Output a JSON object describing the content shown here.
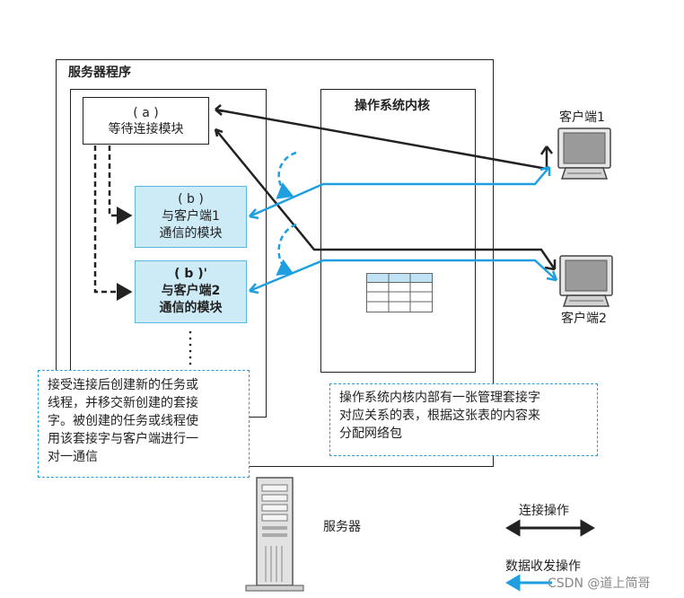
{
  "server_program": {
    "title": "服务器程序",
    "module_a": {
      "tag": "( a )",
      "label": "等待连接模块"
    },
    "module_b1": {
      "tag": "( b )",
      "line1": "与客户端1",
      "line2": "通信的模块"
    },
    "module_b2": {
      "tag": "( b )'",
      "line1": "与客户端2",
      "line2": "通信的模块"
    }
  },
  "kernel": {
    "title": "操作系统内核"
  },
  "clients": {
    "client1": "客户端1",
    "client2": "客户端2"
  },
  "notes": {
    "left": [
      "接受连接后创建新的任务或",
      "线程，并移交新创建的套接",
      "字。被创建的任务或线程使",
      "用该套接字与客户端进行一",
      "对一通信"
    ],
    "right": [
      "操作系统内核内部有一张管理套接字",
      "对应关系的表，根据这张表的内容来",
      "分配网络包"
    ]
  },
  "server_label": "服务器",
  "legend": {
    "connect": "连接操作",
    "data": "数据收发操作"
  },
  "watermark": "CSDN @道上简哥",
  "colors": {
    "connect": "#222222",
    "data": "#1f9fe0",
    "module_fill": "#cdeaf7",
    "module_border": "#5bb6e0"
  }
}
